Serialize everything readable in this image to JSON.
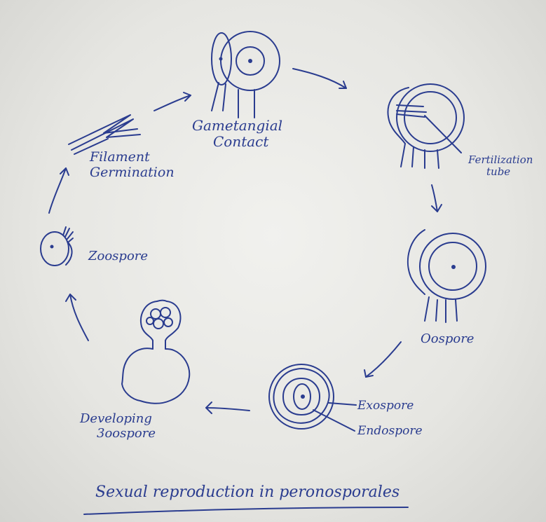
{
  "labels": {
    "gametangial_contact": [
      "Gametangial",
      "Contact"
    ],
    "fertilization_tube": [
      "Fertilization",
      "tube"
    ],
    "oospore": "Oospore",
    "exospore": "Exospore",
    "endospore": "Endospore",
    "developing_zoospore": [
      "Developing",
      "3oospore"
    ],
    "zoospore": "Zoospore",
    "filament_germination": [
      "Filament",
      "Germination"
    ]
  },
  "title": "Sexual reproduction in peronosporales",
  "ink_color": "#2a3c8f"
}
